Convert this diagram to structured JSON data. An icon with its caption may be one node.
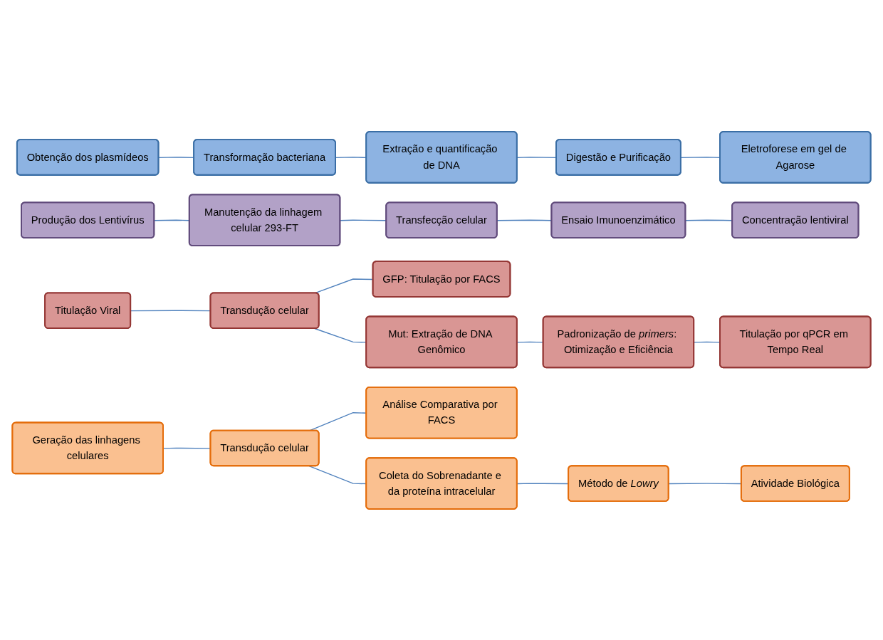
{
  "diagram": {
    "nodes": [
      {
        "text": [
          "Obtenção dos plasmídeos"
        ]
      },
      {
        "text": [
          "Transformação bacteriana"
        ]
      },
      {
        "text": [
          "Extração e quantificação de DNA"
        ]
      },
      {
        "text": [
          "Digestão e Purificação"
        ]
      },
      {
        "text": [
          "Eletroforese em gel de Agarose"
        ]
      },
      {
        "text": [
          "Produção dos Lentivírus"
        ]
      },
      {
        "text": [
          "Manutenção da linhagem celular 293-FT"
        ]
      },
      {
        "text": [
          "Transfecção celular"
        ]
      },
      {
        "text": [
          "Ensaio Imunoenzimático"
        ]
      },
      {
        "text": [
          "Concentração lentiviral"
        ]
      },
      {
        "text": [
          "Titulação Viral"
        ]
      },
      {
        "text": [
          "Transdução celular"
        ]
      },
      {
        "text": [
          "GFP: Titulação por FACS"
        ]
      },
      {
        "text": [
          "Mut: Extração de DNA Genômico"
        ]
      },
      {
        "text": [
          "Padronização de *primers*: Otimização e Eficiência"
        ]
      },
      {
        "text": [
          "Titulação por qPCR em Tempo Real"
        ]
      },
      {
        "text": [
          "Geração das linhagens celulares"
        ]
      },
      {
        "text": [
          "Transdução celular"
        ]
      },
      {
        "text": [
          "Análise Comparativa por FACS"
        ]
      },
      {
        "text": [
          "Coleta do Sobrenadante e da proteína intracelular"
        ]
      },
      {
        "text": [
          "Método de *Lowry*"
        ]
      },
      {
        "text": [
          "Atividade Biológica"
        ]
      }
    ],
    "edges": [
      {
        "from": 0,
        "to": 1,
        "arrow": "none"
      },
      {
        "from": 1,
        "to": 2,
        "arrow": "none"
      },
      {
        "from": 2,
        "to": 3,
        "arrow": "none"
      },
      {
        "from": 3,
        "to": 4,
        "arrow": "none"
      },
      {
        "from": 5,
        "to": 6,
        "arrow": "none"
      },
      {
        "from": 6,
        "to": 7,
        "arrow": "none"
      },
      {
        "from": 7,
        "to": 8,
        "arrow": "none"
      },
      {
        "from": 8,
        "to": 9,
        "arrow": "none"
      },
      {
        "from": 10,
        "to": 11,
        "arrow": "none"
      },
      {
        "from": 11,
        "to": 12,
        "arrow": "none"
      },
      {
        "from": 11,
        "to": 13,
        "arrow": "none"
      },
      {
        "from": 13,
        "to": 14,
        "arrow": "none"
      },
      {
        "from": 14,
        "to": 15,
        "arrow": "none"
      },
      {
        "from": 16,
        "to": 17,
        "arrow": "none"
      },
      {
        "from": 17,
        "to": 18,
        "arrow": "none"
      },
      {
        "from": 17,
        "to": 19,
        "arrow": "none"
      },
      {
        "from": 19,
        "to": 20,
        "arrow": "none"
      },
      {
        "from": 20,
        "to": 21,
        "arrow": "none"
      }
    ]
  }
}
